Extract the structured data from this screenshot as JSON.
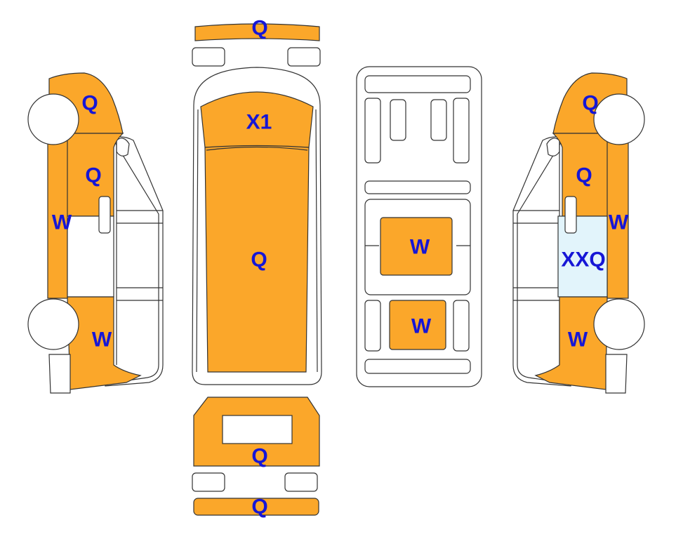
{
  "colors": {
    "damaged_fill": "#fba72a",
    "highlight_fill": "#e2f4fb",
    "outline": "#333333",
    "label": "#1616d6"
  },
  "labels": {
    "front_bumper": "Q",
    "bonnet": "X1",
    "roof": "Q",
    "floor_mid": "W",
    "floor_rear": "W",
    "rear_door": "Q",
    "rear_bumper": "Q",
    "left_front_fender": "Q",
    "left_front_door": "Q",
    "left_sill": "W",
    "left_rear_quarter": "W",
    "right_front_fender": "Q",
    "right_front_door": "Q",
    "right_sill": "W",
    "right_glass": "XXQ",
    "right_rear_quarter": "W"
  }
}
